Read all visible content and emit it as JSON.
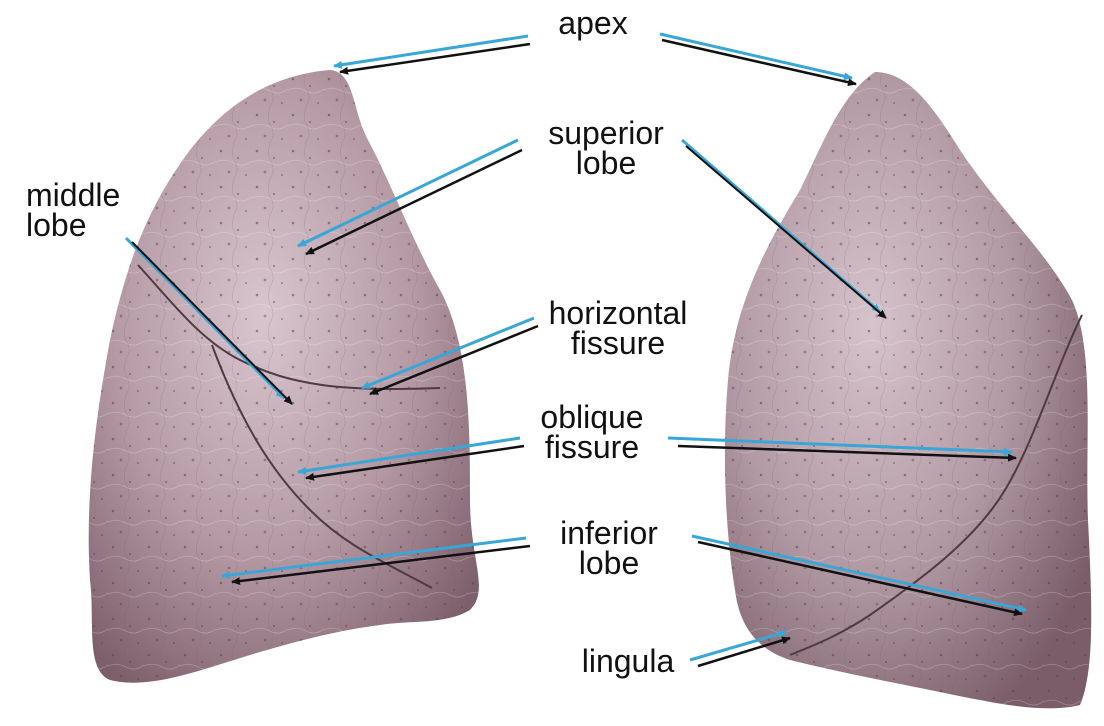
{
  "diagram": {
    "labels": {
      "apex": "apex",
      "superior_lobe": "superior\nlobe",
      "middle_lobe": "middle\nlobe",
      "horizontal_fissure": "horizontal\nfissure",
      "oblique_fissure": "oblique\nfissure",
      "inferior_lobe": "inferior\nlobe",
      "lingula": "lingula"
    },
    "colors": {
      "lung_fill": "#b59aa5",
      "lung_shadow": "#7d5f6c",
      "lung_highlight": "#eadde2",
      "fissure": "#4e3a42",
      "arrow_blue": "#39a6d8",
      "arrow_black": "#111111"
    }
  }
}
